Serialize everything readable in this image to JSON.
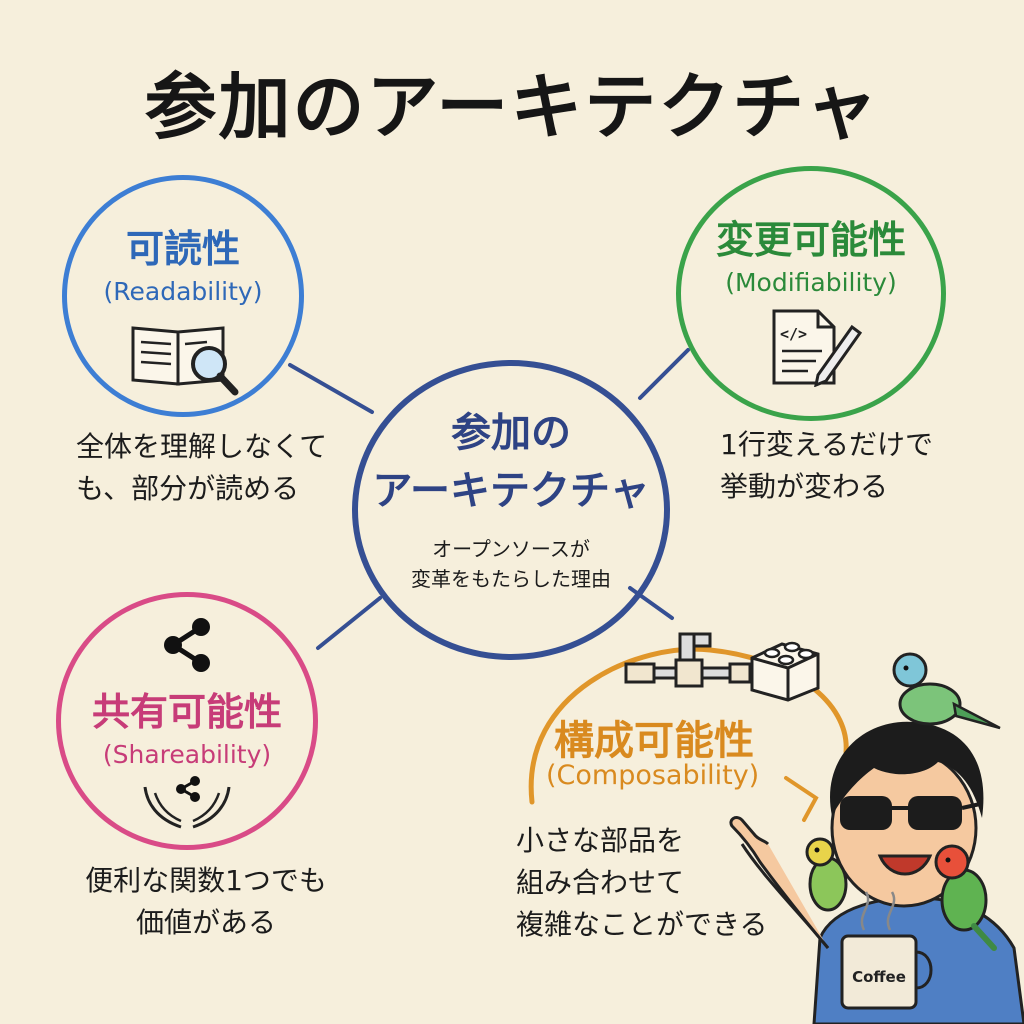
{
  "title": "参加のアーキテクチャ",
  "center": {
    "title_line1": "参加の",
    "title_line2": "アーキテクチャ",
    "subtitle_line1": "オープンソースが",
    "subtitle_line2": "変革をもたらした理由"
  },
  "readability": {
    "title": "可読性",
    "english": "(Readability)",
    "desc_line1": "全体を理解しなくて",
    "desc_line2": "も、部分が読める",
    "icon": "open-book-magnifier-icon"
  },
  "modifiability": {
    "title": "変更可能性",
    "english": "(Modifiability)",
    "desc_line1": "1行変えるだけで",
    "desc_line2": "挙動が変わる",
    "icon": "code-document-pencil-icon"
  },
  "shareability": {
    "title": "共有可能性",
    "english": "(Shareability)",
    "desc_line1": "便利な関数1つでも",
    "desc_line2": "価値がある",
    "icon": "share-icon"
  },
  "composability": {
    "title": "構成可能性",
    "english": "(Composability)",
    "desc_line1": "小さな部品を",
    "desc_line2": "組み合わせて",
    "desc_line3": "複雑なことができる",
    "icon": "pipe-and-block-icon"
  },
  "mug_label": "Coffee",
  "colors": {
    "readability": "#3d7ed4",
    "modifiability": "#3aa34a",
    "shareability": "#d94b87",
    "composability": "#e0962a",
    "center": "#354f93",
    "background": "#f6efdc"
  }
}
